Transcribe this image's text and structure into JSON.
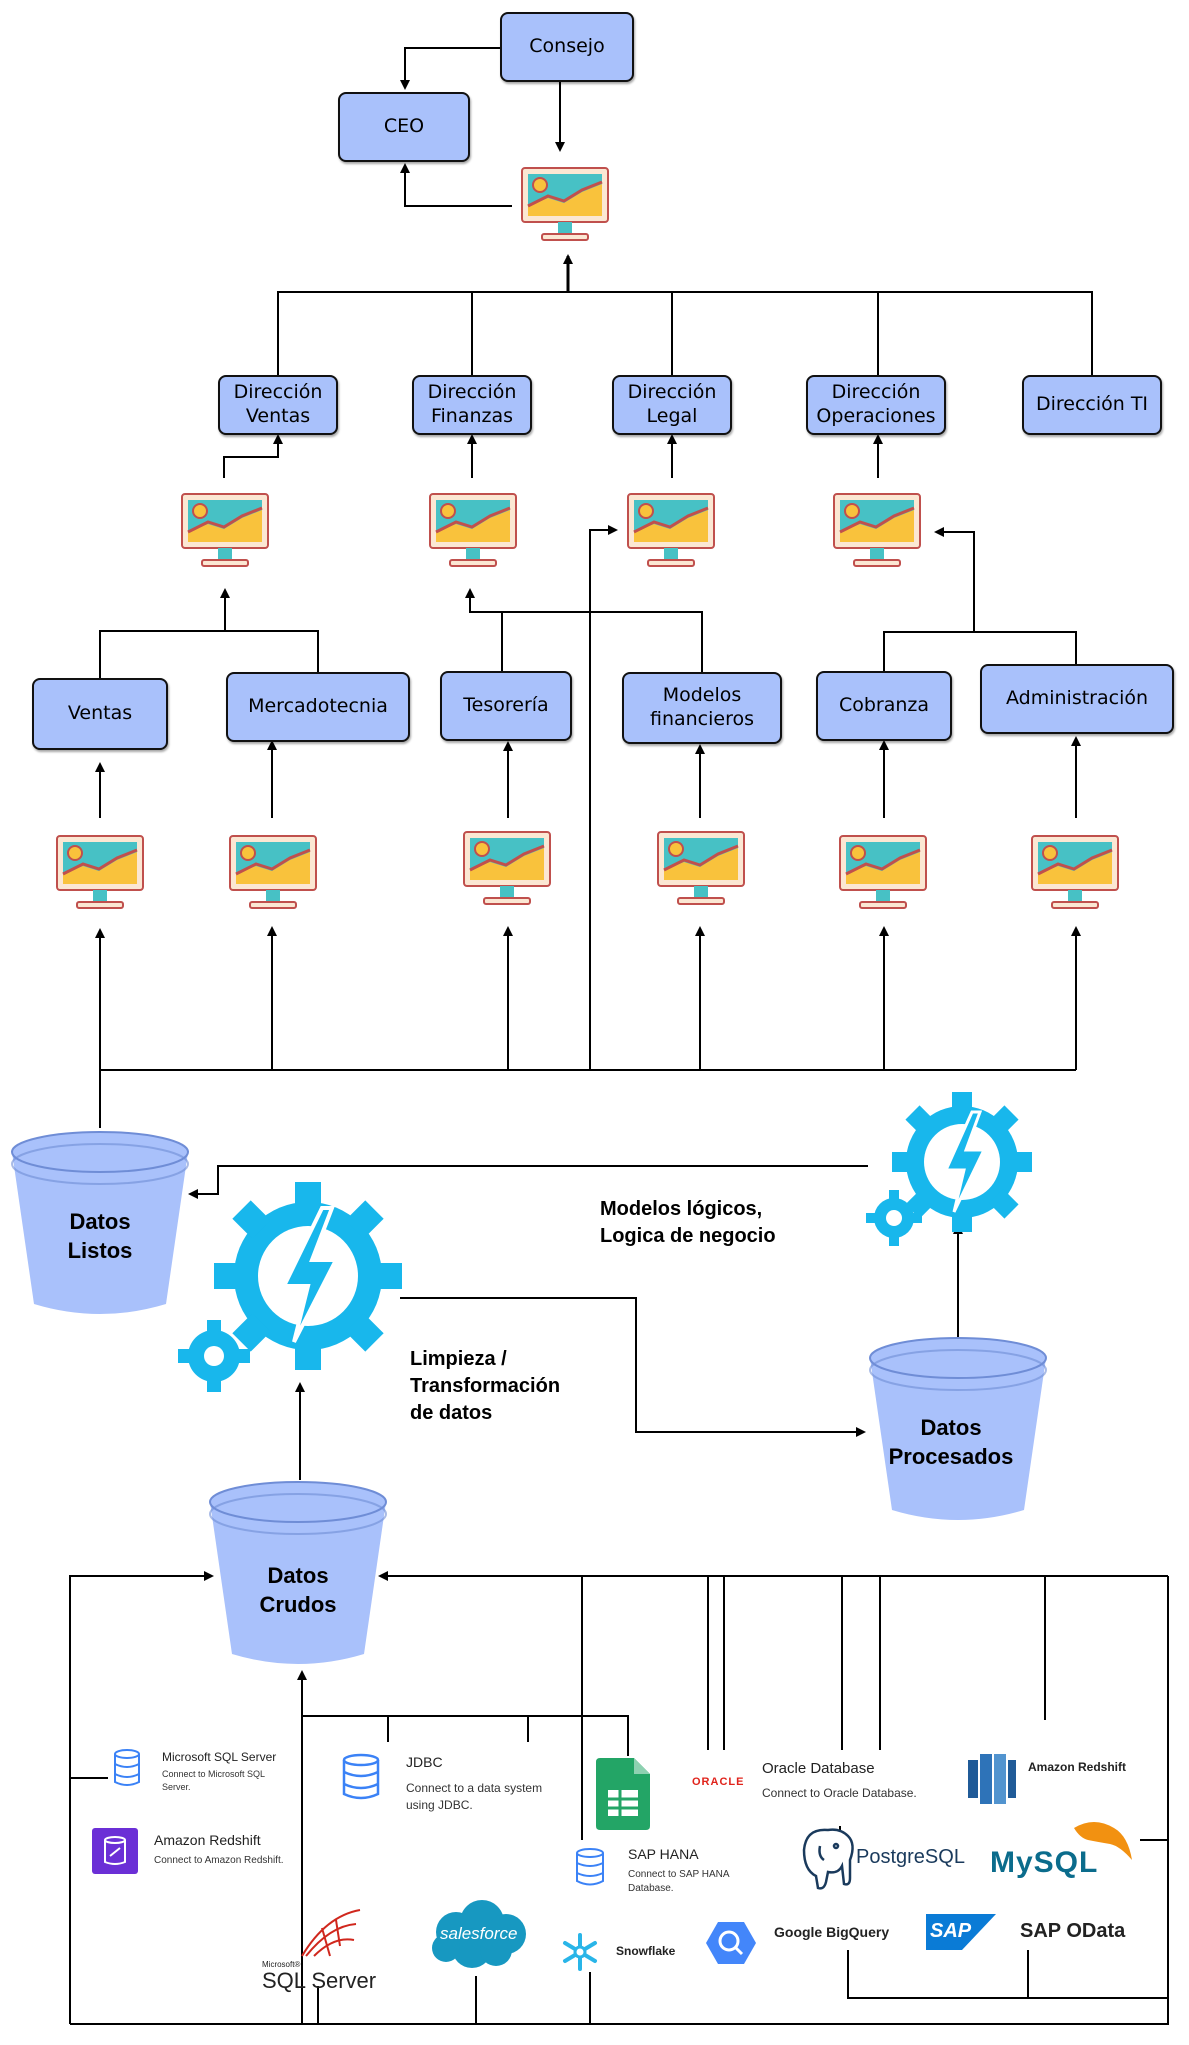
{
  "top": {
    "board": "Consejo",
    "ceo": "CEO"
  },
  "directions": [
    {
      "id": "dir-ventas",
      "label": "Dirección\nVentas"
    },
    {
      "id": "dir-finanzas",
      "label": "Dirección\nFinanzas"
    },
    {
      "id": "dir-legal",
      "label": "Dirección\nLegal"
    },
    {
      "id": "dir-operaciones",
      "label": "Dirección\nOperaciones"
    },
    {
      "id": "dir-ti",
      "label": "Dirección TI"
    }
  ],
  "departments": {
    "ventas": "Ventas",
    "mercadotecnia": "Mercadotecnia",
    "tesoreria": "Tesorería",
    "modelos": "Modelos\nfinancieros",
    "cobranza": "Cobranza",
    "administracion": "Administración"
  },
  "stores": {
    "listos": "Datos\nListos",
    "crudos": "Datos\nCrudos",
    "procesados": "Datos\nProcesados"
  },
  "processes": {
    "business_logic": "Modelos lógicos,\nLogica de negocio",
    "cleaning": "Limpieza /\nTransformación\nde datos"
  },
  "sources": {
    "mssql": {
      "title": "Microsoft SQL Server",
      "subtitle": "Connect to Microsoft SQL\nServer."
    },
    "redshift_connector": {
      "title": "Amazon Redshift",
      "subtitle": "Connect to Amazon Redshift."
    },
    "jdbc": {
      "title": "JDBC",
      "subtitle": "Connect to a data system\nusing JDBC."
    },
    "sap_hana": {
      "title": "SAP HANA",
      "subtitle": "Connect to SAP HANA\nDatabase."
    },
    "oracle": {
      "title": "Oracle Database",
      "subtitle": "Connect to Oracle Database.",
      "logo": "ORACLE"
    },
    "amazon_redshift": "Amazon Redshift",
    "postgres": "PostgreSQL",
    "mysql": "MySQL",
    "snowflake": "Snowflake",
    "bigquery": "Google BigQuery",
    "sap_odata": "SAP OData",
    "sap_logo": "SAP",
    "salesforce": "salesforce",
    "sqlserver_logo": {
      "small": "Microsoft®",
      "big": "SQL Server"
    }
  },
  "colors": {
    "box": "#a9c1fb",
    "bucket": "#a9c1fb",
    "gear": "#18b7ec",
    "accent": "#1e88e5"
  }
}
